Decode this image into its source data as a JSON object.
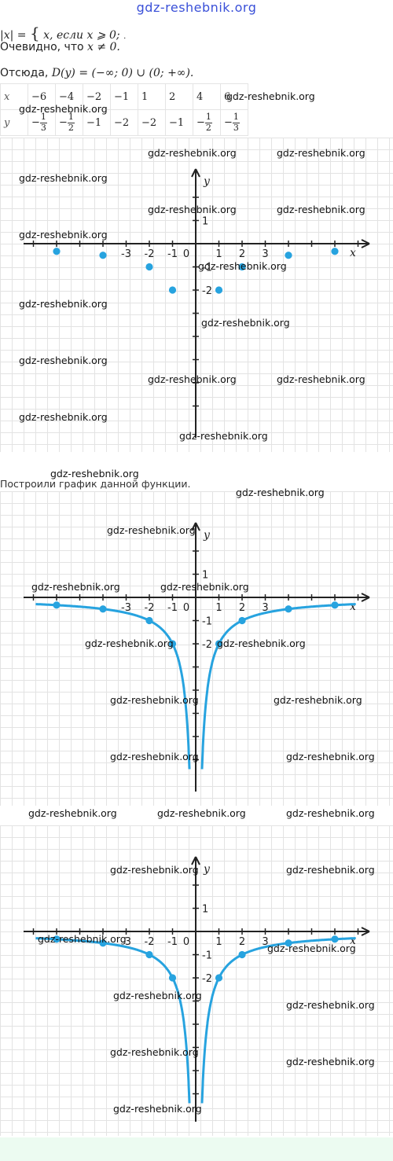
{
  "site_header": "gdz-reshebnik.org",
  "watermark": "gdz-reshebnik.org",
  "formula": {
    "lhs": "|x| =",
    "brace": "{",
    "case": "x,  если x ⩾ 0;",
    "tail": "."
  },
  "obviously": {
    "prefix": "Очевидно, что ",
    "math": "x ≠ 0."
  },
  "domain": {
    "prefix": "Отсюда, ",
    "math": "D(y) = (−∞; 0) ∪ (0; +∞)."
  },
  "table": {
    "x_label": "x",
    "y_label": "y",
    "x_values": [
      "−6",
      "−4",
      "−2",
      "−1",
      "1",
      "2",
      "4",
      "6"
    ],
    "y_values": [
      {
        "sign": "−",
        "num": "1",
        "den": "3"
      },
      {
        "sign": "−",
        "num": "1",
        "den": "2"
      },
      {
        "text": "−1"
      },
      {
        "text": "−2"
      },
      {
        "text": "−2"
      },
      {
        "text": "−1"
      },
      {
        "sign": "−",
        "num": "1",
        "den": "2"
      },
      {
        "sign": "−",
        "num": "1",
        "den": "3"
      }
    ]
  },
  "caption": "Построили график данной функции.",
  "axes": {
    "x_label": "x",
    "y_label": "y",
    "x_ticks": [
      "-3",
      "-2",
      "-1",
      "0",
      "1",
      "2",
      "3"
    ],
    "y_ticks": [
      "1",
      "-1",
      "-2"
    ]
  },
  "colors": {
    "curve": "#27a3df",
    "axis": "#222222",
    "grid": "#e3e3e3",
    "header": "#3a50d8"
  },
  "chart_data": [
    {
      "type": "scatter",
      "points": [
        [
          -6,
          -0.33
        ],
        [
          -4,
          -0.5
        ],
        [
          -2,
          -1
        ],
        [
          -1,
          -2
        ],
        [
          1,
          -2
        ],
        [
          2,
          -1
        ],
        [
          4,
          -0.5
        ],
        [
          6,
          -0.33
        ]
      ],
      "xlabel": "x",
      "ylabel": "y"
    },
    {
      "type": "line",
      "function": "y = -2/|x|",
      "points": [
        [
          -6,
          -0.33
        ],
        [
          -4,
          -0.5
        ],
        [
          -2,
          -1
        ],
        [
          -1,
          -2
        ],
        [
          1,
          -2
        ],
        [
          2,
          -1
        ],
        [
          4,
          -0.5
        ],
        [
          6,
          -0.33
        ]
      ],
      "xlabel": "x",
      "ylabel": "y"
    },
    {
      "type": "line",
      "function": "y = -2/|x|",
      "points": [
        [
          -6,
          -0.33
        ],
        [
          -4,
          -0.5
        ],
        [
          -2,
          -1
        ],
        [
          -1,
          -2
        ],
        [
          1,
          -2
        ],
        [
          2,
          -1
        ],
        [
          4,
          -0.5
        ],
        [
          6,
          -0.33
        ]
      ],
      "xlabel": "x",
      "ylabel": "y"
    }
  ]
}
